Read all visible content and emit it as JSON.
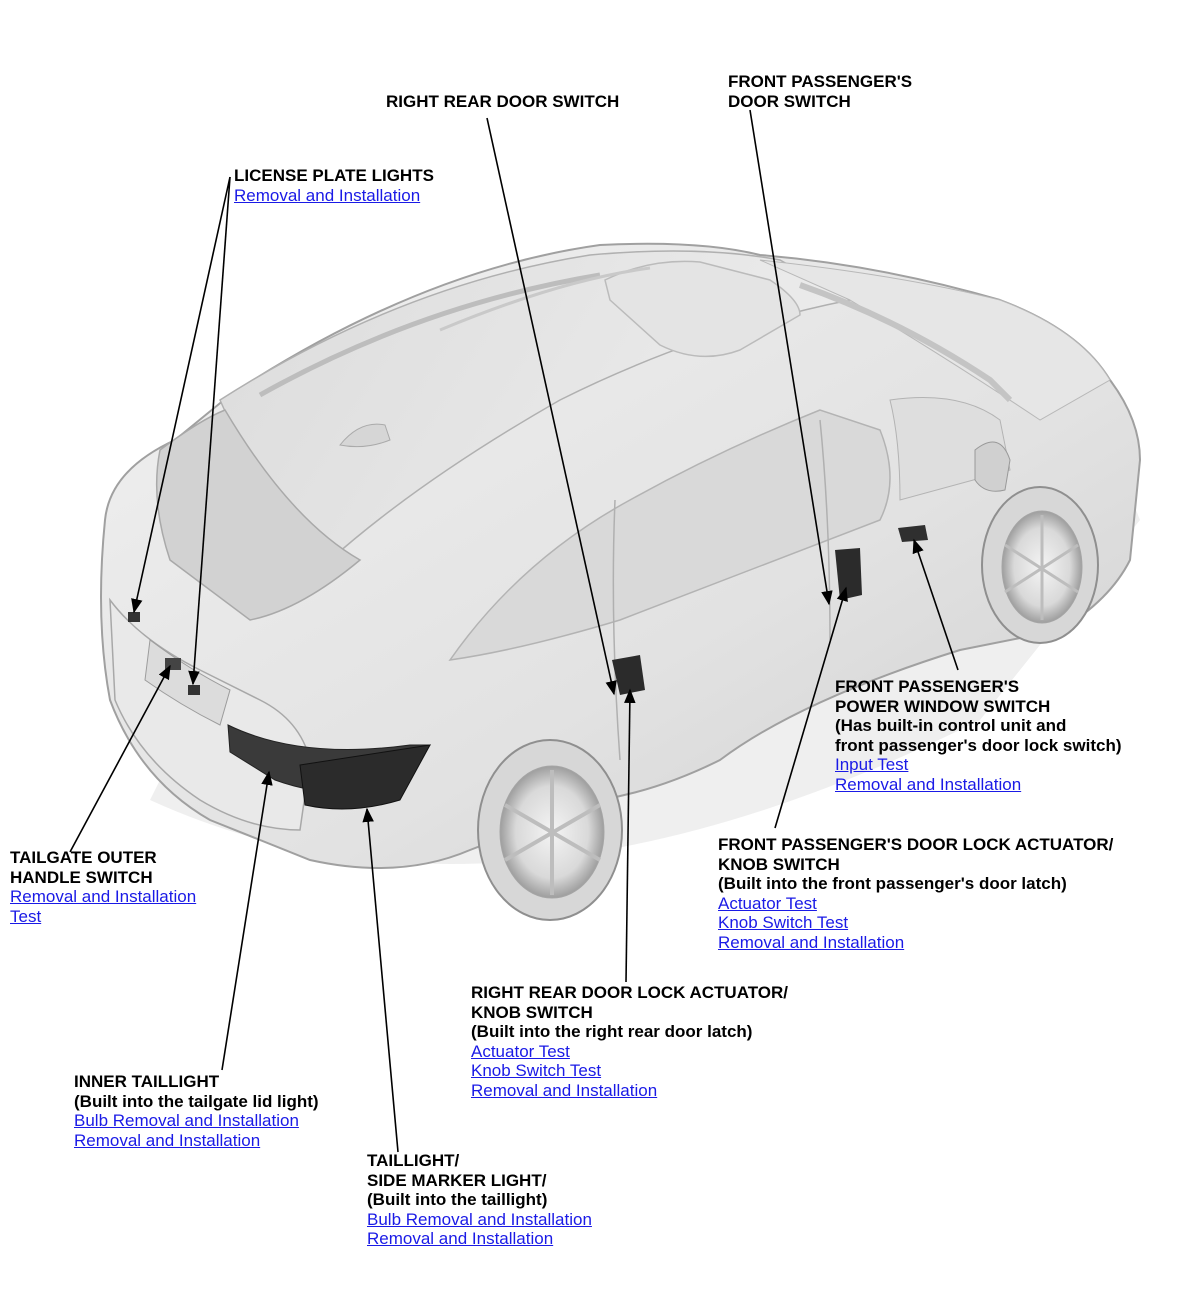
{
  "callouts": {
    "license_plate_lights": {
      "title": [
        "LICENSE PLATE LIGHTS"
      ],
      "links": [
        "Removal and Installation"
      ]
    },
    "right_rear_door_switch": {
      "title": [
        "RIGHT REAR DOOR SWITCH"
      ],
      "links": []
    },
    "front_passenger_door_switch": {
      "title": [
        "FRONT PASSENGER'S",
        "DOOR SWITCH"
      ],
      "links": []
    },
    "front_passenger_power_window_switch": {
      "title": [
        "FRONT PASSENGER'S",
        "POWER WINDOW SWITCH",
        "(Has built-in control unit and",
        "front passenger's door lock switch)"
      ],
      "links": [
        "Input Test",
        "Removal and Installation"
      ]
    },
    "front_passenger_door_lock_actuator": {
      "title": [
        "FRONT PASSENGER'S DOOR LOCK ACTUATOR/",
        "KNOB SWITCH",
        "(Built into the front passenger's door latch)"
      ],
      "links": [
        "Actuator Test",
        "Knob Switch Test",
        "Removal and Installation"
      ]
    },
    "tailgate_outer_handle_switch": {
      "title": [
        "TAILGATE OUTER",
        "HANDLE SWITCH"
      ],
      "links": [
        "Removal and Installation",
        "Test"
      ]
    },
    "right_rear_door_lock_actuator": {
      "title": [
        "RIGHT REAR DOOR LOCK ACTUATOR/",
        "KNOB SWITCH",
        "(Built into the right rear door latch)"
      ],
      "links": [
        "Actuator Test",
        "Knob Switch Test",
        "Removal and Installation"
      ]
    },
    "inner_taillight": {
      "title": [
        "INNER TAILLIGHT",
        "(Built into the tailgate lid light)"
      ],
      "links": [
        "Bulb Removal and Installation",
        "Removal and Installation"
      ]
    },
    "taillight_side_marker": {
      "title": [
        "TAILLIGHT/",
        "SIDE MARKER LIGHT/",
        "(Built into the taillight)"
      ],
      "links": [
        "Bulb Removal and Installation",
        "Removal and Installation"
      ]
    }
  },
  "colors": {
    "link": "#1a1ae6",
    "label": "#000000",
    "car_body": "#e6e6e6",
    "car_shadow": "#bdbdbd"
  }
}
